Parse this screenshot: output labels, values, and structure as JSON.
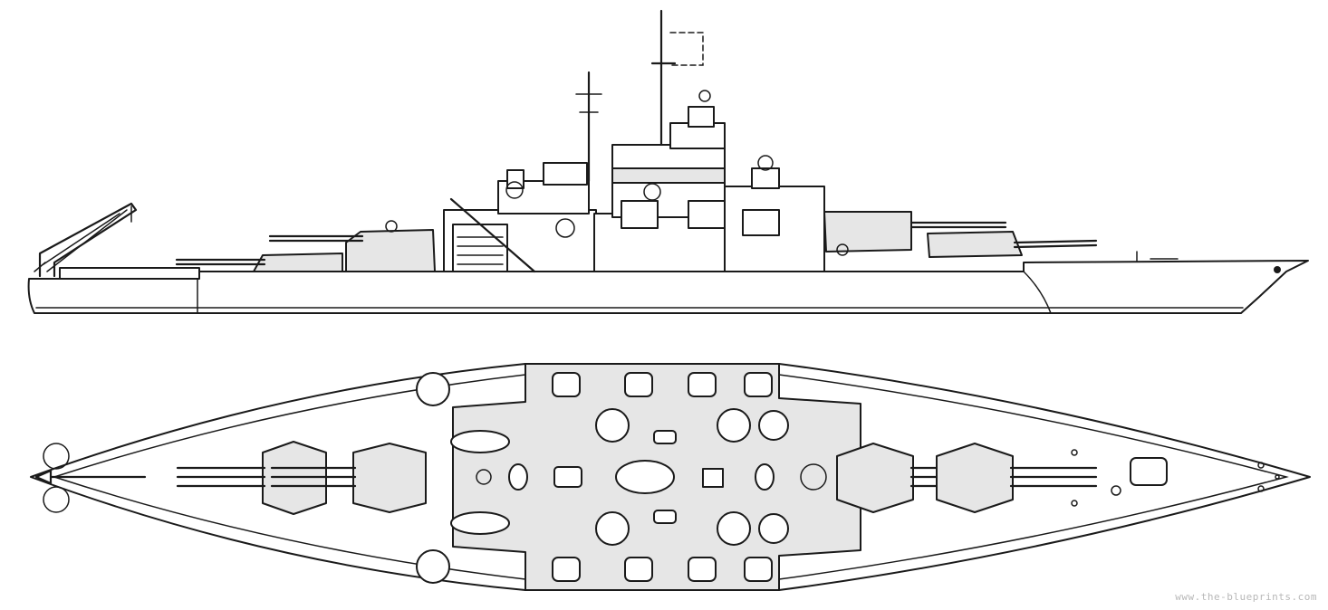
{
  "watermark": "www.the-blueprints.com",
  "colors": {
    "line": "#1a1a1a",
    "paper": "#ffffff",
    "superstructure": "#e6e6e6"
  },
  "views": [
    "side-profile",
    "top-plan"
  ]
}
